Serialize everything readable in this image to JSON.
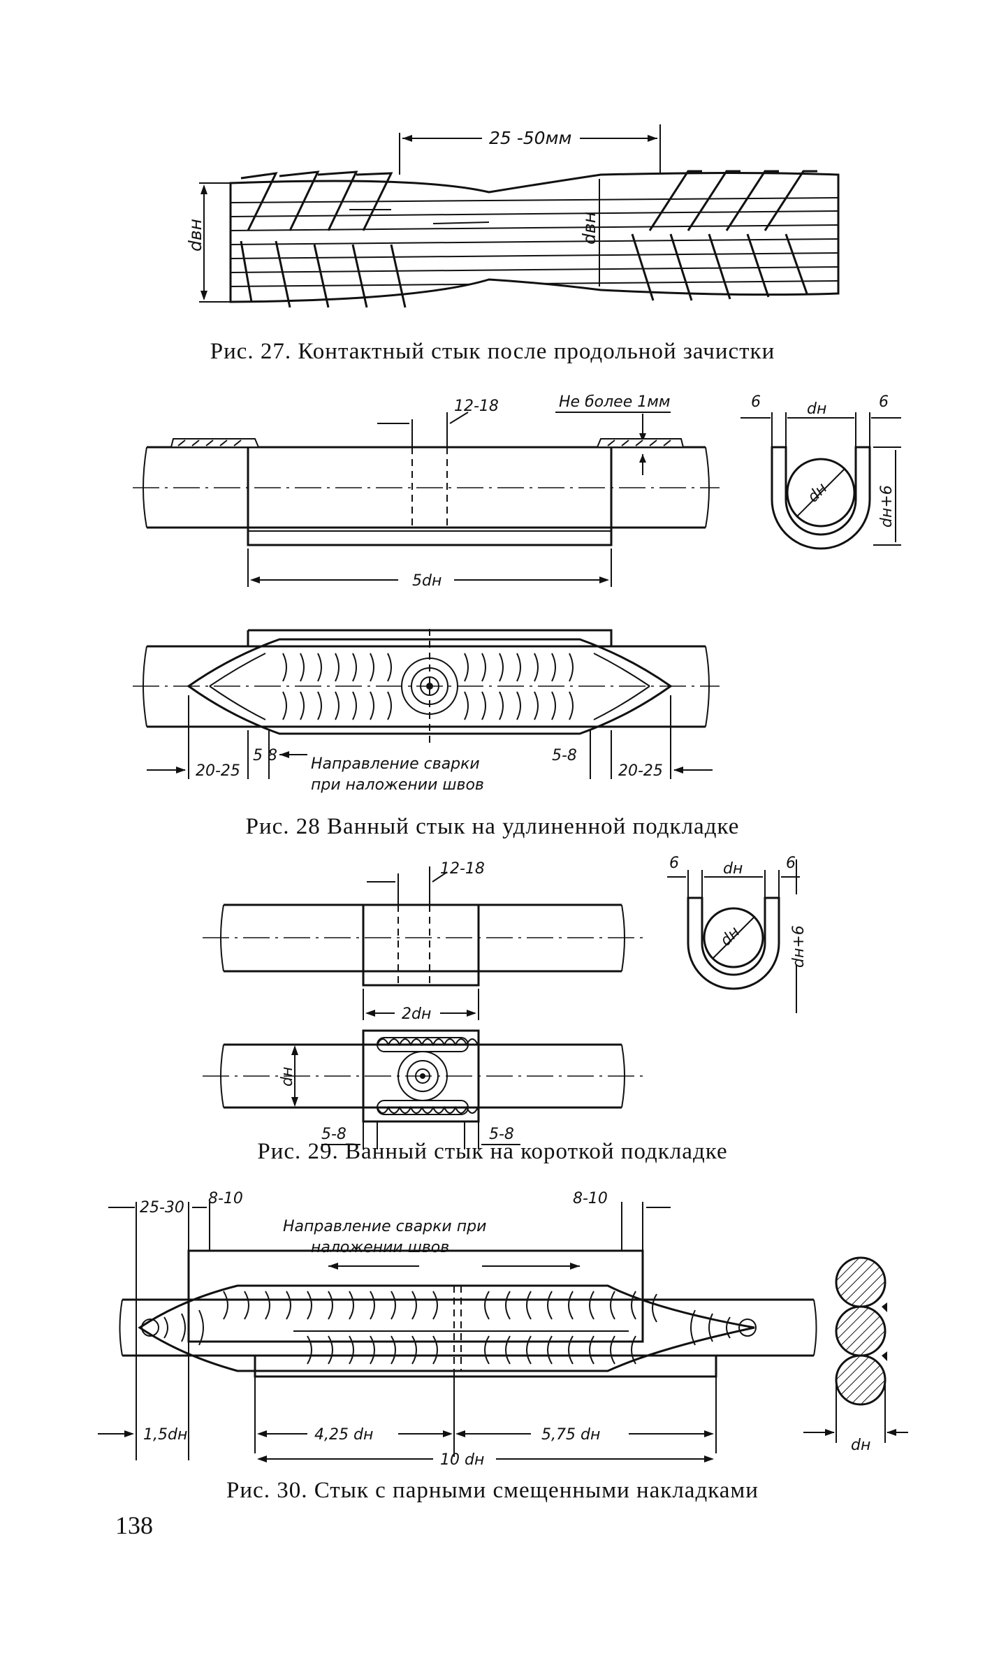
{
  "page_number": "138",
  "fig27": {
    "caption": "Рис. 27. Контактный стык после продольной зачистки",
    "dim_length": "25 -50мм",
    "dim_d_left": "dвн",
    "dim_d_mid": "dвн"
  },
  "fig28": {
    "caption": "Рис. 28 Ванный стык на удлиненной подкладке",
    "dim_gap": "12-18",
    "note_max": "Не более 1мм",
    "dim_5d": "5dн",
    "dim_left_20_25": "20-25",
    "dim_left_5_8": "5 8",
    "dim_right_5_8": "5-8",
    "dim_right_20_25": "20-25",
    "direction_line1": "Направление сварки",
    "direction_line2": "при наложении швов",
    "section": {
      "dim_6_left": "6",
      "dim_dn": "dн",
      "dim_6_right": "6",
      "dim_dn_circle": "dн",
      "dim_height": "dн+6"
    }
  },
  "fig29": {
    "caption": "Рис. 29. Ванный стык на короткой подкладке",
    "dim_gap": "12-18",
    "dim_2d": "2dн",
    "dim_dn_side": "dн",
    "dim_left_5_8": "5-8",
    "dim_right_5_8": "5-8",
    "section": {
      "dim_6_left": "6",
      "dim_dn": "dн",
      "dim_6_right": "6",
      "dim_dn_circle": "dн",
      "dim_height": "dн+6"
    }
  },
  "fig30": {
    "caption": "Рис. 30. Стык с парными смещенными накладками",
    "dim_25_30": "25-30",
    "dim_8_10_left": "8-10",
    "dim_8_10_right": "8-10",
    "direction_line1": "Направление сварки при",
    "direction_line2": "наложении швов",
    "dim_1_5": "1,5dн",
    "dim_4_25": "4,25 dн",
    "dim_5_75": "5,75 dн",
    "dim_10": "10 dн",
    "dim_dn_section": "dн"
  }
}
